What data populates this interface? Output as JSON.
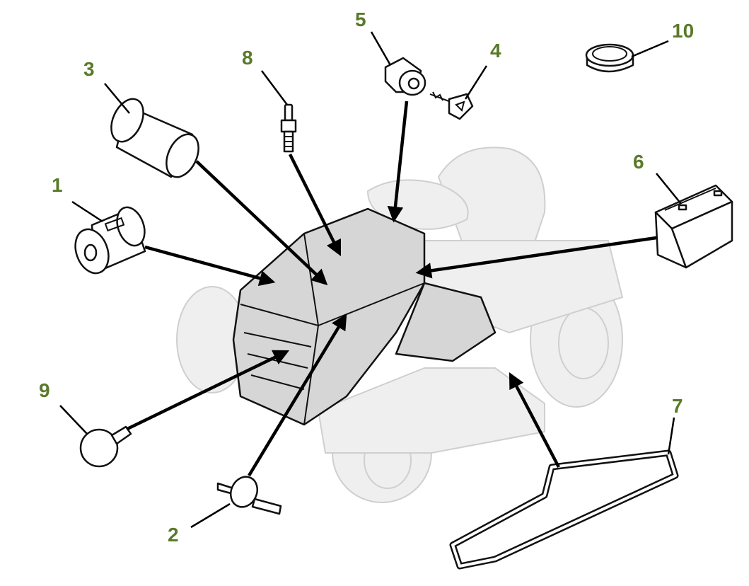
{
  "diagram": {
    "callouts": [
      {
        "id": "1",
        "label": "1"
      },
      {
        "id": "2",
        "label": "2"
      },
      {
        "id": "3",
        "label": "3"
      },
      {
        "id": "4",
        "label": "4"
      },
      {
        "id": "5",
        "label": "5"
      },
      {
        "id": "6",
        "label": "6"
      },
      {
        "id": "7",
        "label": "7"
      },
      {
        "id": "8",
        "label": "8"
      },
      {
        "id": "9",
        "label": "9"
      },
      {
        "id": "10",
        "label": "10"
      }
    ],
    "colors": {
      "callout_text": "#5a7a2a",
      "arrow": "#000000",
      "mower_outline": "#cfcfcf",
      "hood_fill": "#d6d6d6"
    }
  }
}
